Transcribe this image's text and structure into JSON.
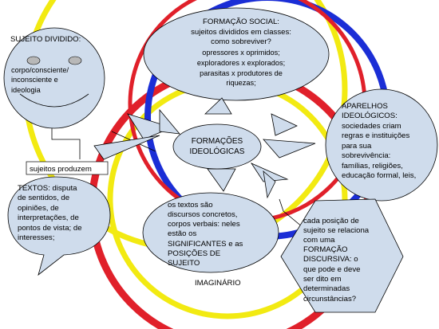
{
  "colors": {
    "bubble_fill": "#cfdcec",
    "ring_red": "#e0202a",
    "ring_yellow": "#f2ea12",
    "ring_blue": "#1b2ed6",
    "outline": "#000000"
  },
  "nodes": {
    "sujeito_dividido": {
      "title": "SUJEITO DIVIDIDO:",
      "lines": [
        "corpo/consciente/",
        "inconsciente e",
        "ideologia"
      ]
    },
    "formacao_social": {
      "lines": [
        "FORMAÇÃO SOCIAL:",
        "sujeitos divididos em classes:",
        "como sobreviver?",
        "opressores x oprimidos;",
        "exploradores x explorados;",
        "parasitas x produtores de",
        "riquezas;"
      ]
    },
    "aparelhos": {
      "lines": [
        "APARELHOS",
        "IDEOLÓGICOS:",
        "sociedades criam",
        "regras e instituições",
        "para sua",
        "sobrevivência:",
        "famílias, religiões,",
        "educação formal, leis,"
      ]
    },
    "formacoes_ideologicas": {
      "lines": [
        "FORMAÇÕES",
        "IDEOLÓGICAS"
      ]
    },
    "sujeitos_produzem": {
      "label": "sujeitos produzem"
    },
    "textos": {
      "lines": [
        "TEXTOS: disputa",
        "de sentidos, de",
        "opiniões, de",
        "interpretações, de",
        "pontos de vista; de",
        "interesses;"
      ]
    },
    "os_textos": {
      "lines": [
        "os textos são",
        "discursos concretos,",
        "corpos verbais: neles",
        "estão os",
        "SIGNIFICANTES e as",
        "POSIÇÕES DE",
        "SUJEITO"
      ]
    },
    "posicao_sujeito": {
      "lines": [
        "cada posição de",
        "sujeito se relaciona",
        "com uma",
        "FORMAÇÃO",
        "DISCURSIVA: o",
        "que pode e deve",
        "ser dito em",
        "determinadas",
        "circunstâncias?"
      ]
    },
    "imaginario": {
      "label": "IMAGINÁRIO"
    }
  }
}
